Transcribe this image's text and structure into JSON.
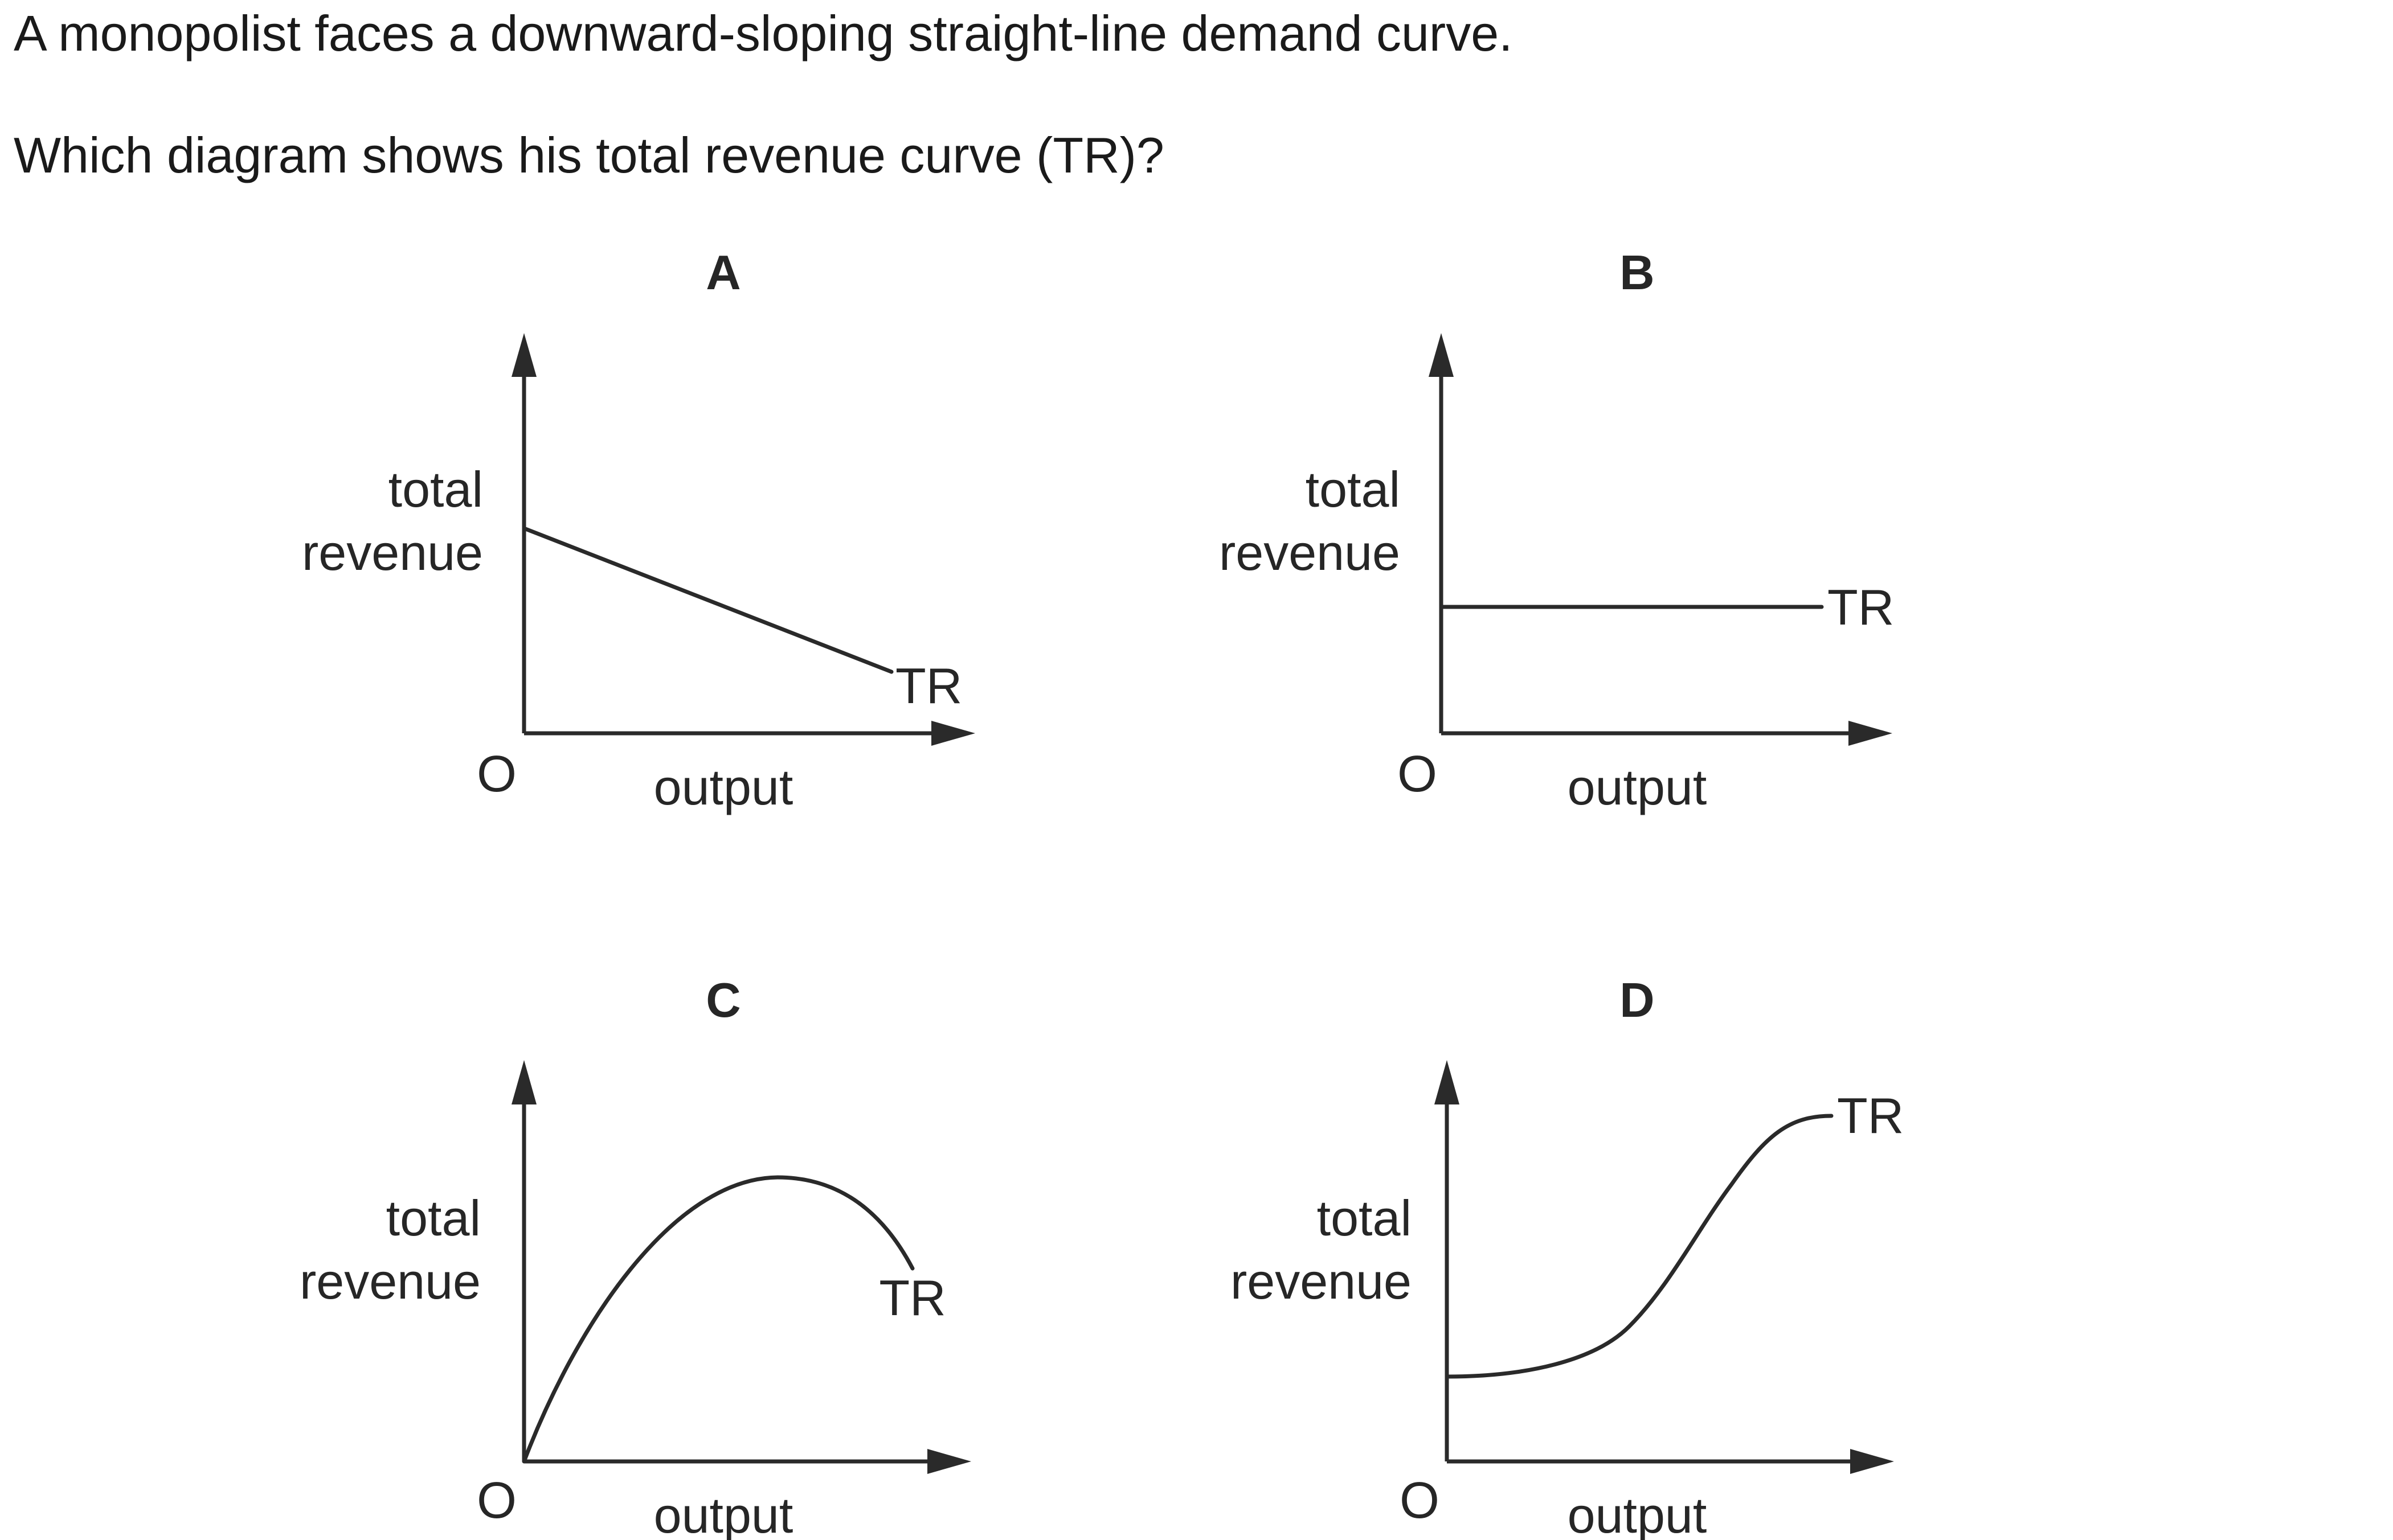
{
  "question": {
    "line1": "A monopolist faces a downward-sloping straight-line demand curve.",
    "line2": "Which diagram shows his total revenue curve (TR)?"
  },
  "diagrams": [
    {
      "id": "A",
      "label": "A",
      "y_label_line1": "total",
      "y_label_line2": "revenue",
      "x_label": "output",
      "origin": "O",
      "curve_label": "TR",
      "shape": "straight line sloping downward"
    },
    {
      "id": "B",
      "label": "B",
      "y_label_line1": "total",
      "y_label_line2": "revenue",
      "x_label": "output",
      "origin": "O",
      "curve_label": "TR",
      "shape": "horizontal straight line"
    },
    {
      "id": "C",
      "label": "C",
      "y_label_line1": "total",
      "y_label_line2": "revenue",
      "x_label": "output",
      "origin": "O",
      "curve_label": "TR",
      "shape": "rises from origin to a peak then falls"
    },
    {
      "id": "D",
      "label": "D",
      "y_label_line1": "total",
      "y_label_line2": "revenue",
      "x_label": "output",
      "origin": "O",
      "curve_label": "TR",
      "shape": "S-shaped curve rising from above origin"
    }
  ]
}
